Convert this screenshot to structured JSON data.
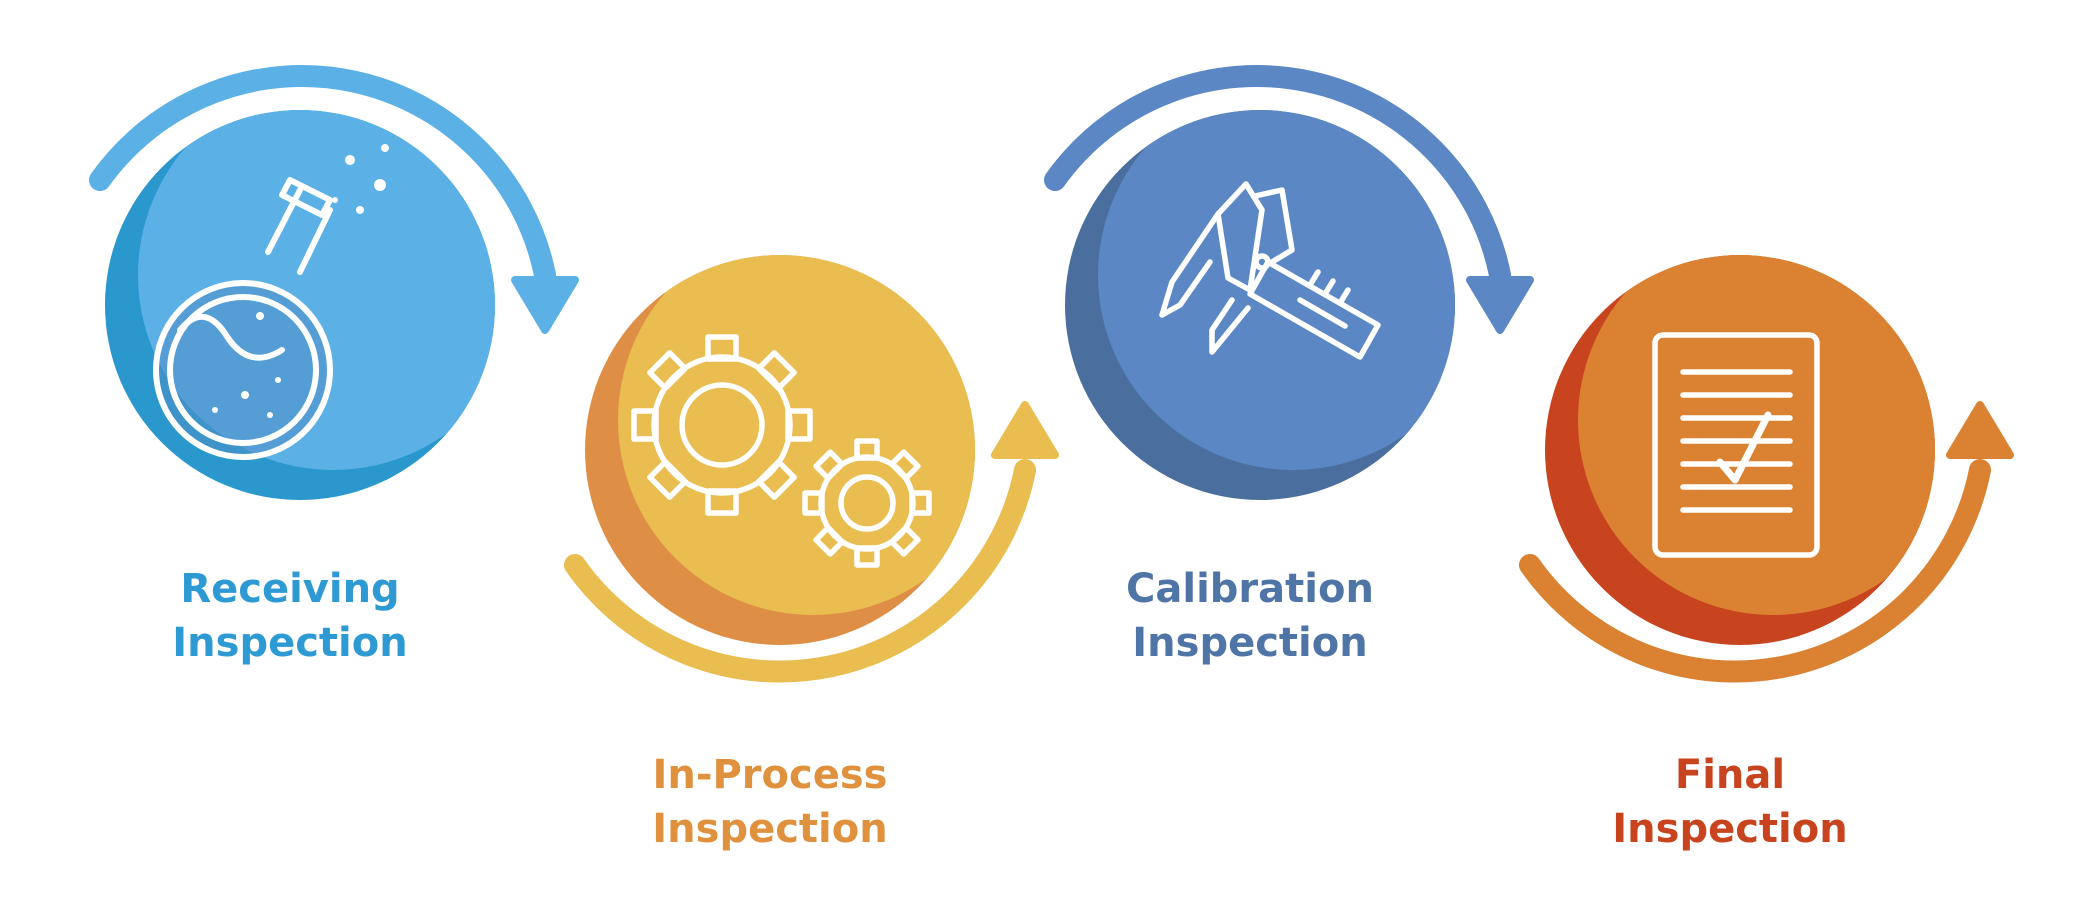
{
  "steps": [
    {
      "line1": "Receiving",
      "line2": "Inspection",
      "icon": "flask-icon",
      "color": "#5BB0E6",
      "shade": "#2A97CD",
      "text_color": "#2E9AD3"
    },
    {
      "line1": "In-Process",
      "line2": "Inspection",
      "icon": "gears-icon",
      "color": "#E9BD50",
      "shade": "#DE8F45",
      "text_color": "#E0913E"
    },
    {
      "line1": "Calibration",
      "line2": "Inspection",
      "icon": "caliper-icon",
      "color": "#5B87C4",
      "shade": "#4A6F9E",
      "text_color": "#4F74A6"
    },
    {
      "line1": "Final",
      "line2": "Inspection",
      "icon": "checklist-icon",
      "color": "#DA8232",
      "shade": "#C8441E",
      "text_color": "#C8441E"
    }
  ]
}
